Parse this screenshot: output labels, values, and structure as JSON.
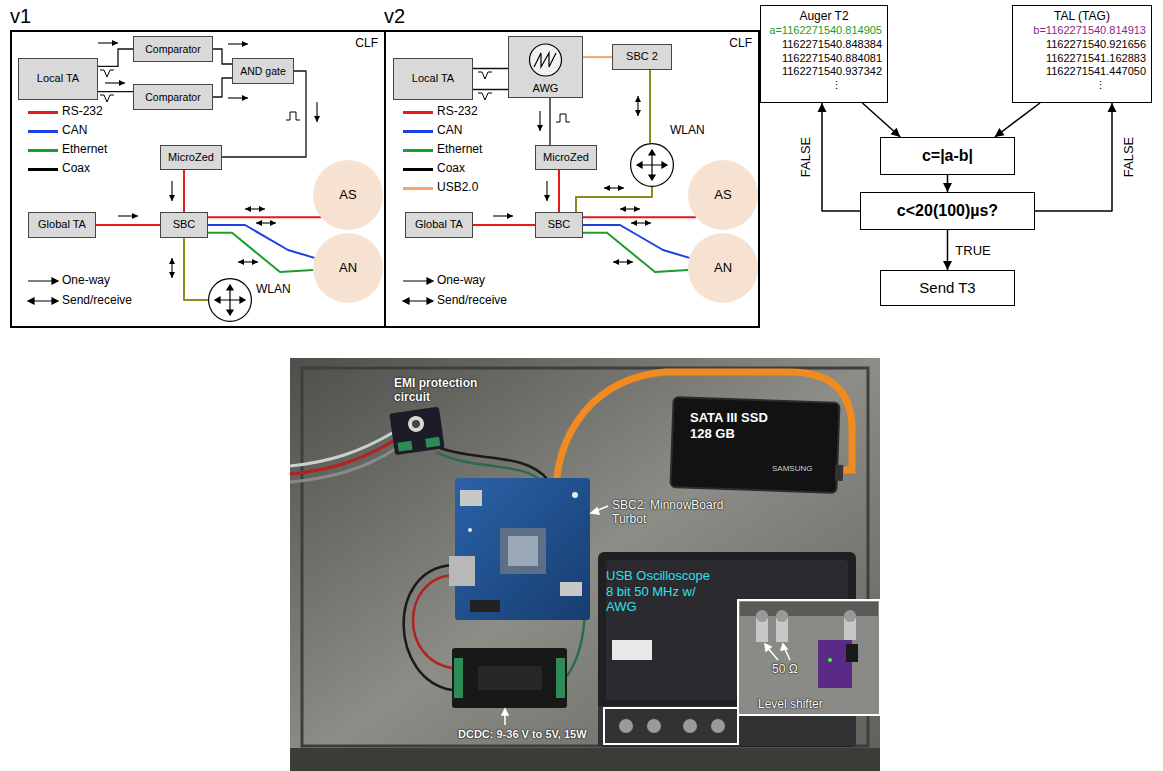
{
  "diagram": {
    "nodes": [
      {
        "text": [
          "v1",
          "CLF"
        ]
      },
      {
        "text": [
          "Local TA"
        ],
        "in": 0
      },
      {
        "text": [
          "Comparator"
        ],
        "in": 0
      },
      {
        "text": [
          "Comparator"
        ],
        "in": 0
      },
      {
        "text": [
          "AND gate"
        ],
        "in": 0
      },
      {
        "text": [
          "MicroZed"
        ],
        "in": 0
      },
      {
        "text": [
          "Global TA"
        ],
        "in": 0
      },
      {
        "text": [
          "SBC"
        ],
        "in": 0
      },
      {
        "text": [
          "AS"
        ],
        "in": 0
      },
      {
        "text": [
          "AN"
        ],
        "in": 0
      },
      {
        "text": [
          "WLAN"
        ],
        "in": 0
      },
      {
        "text": [
          "v2",
          "CLF"
        ]
      },
      {
        "text": [
          "Local TA"
        ],
        "in": 11
      },
      {
        "text": [
          "AWG"
        ],
        "in": 11
      },
      {
        "text": [
          "SBC 2"
        ],
        "in": 11
      },
      {
        "text": [
          "MicroZed"
        ],
        "in": 11
      },
      {
        "text": [
          "Global TA"
        ],
        "in": 11
      },
      {
        "text": [
          "SBC"
        ],
        "in": 11
      },
      {
        "text": [
          "WLAN"
        ],
        "in": 11
      },
      {
        "text": [
          "AS"
        ],
        "in": 11
      },
      {
        "text": [
          "AN"
        ],
        "in": 11
      },
      {
        "text": [
          "Auger T2",
          "a=1162271540.814905",
          "1162271540.848384",
          "1162271540.884081",
          "1162271540.937342",
          "⋮"
        ]
      },
      {
        "text": [
          "TAL (TAG)",
          "b=1162271540.814913",
          "1162271540.921656",
          "1162271541.162883",
          "1162271541.447050",
          "⋮"
        ]
      },
      {
        "text": [
          "c=|a-b|"
        ]
      },
      {
        "text": [
          "c<20(100)µs?"
        ]
      },
      {
        "text": [
          "Send T3"
        ]
      }
    ],
    "edges": [
      {
        "from": 1,
        "to": 2,
        "arrow": "to"
      },
      {
        "from": 1,
        "to": 3,
        "arrow": "to"
      },
      {
        "from": 2,
        "to": 4,
        "arrow": "to"
      },
      {
        "from": 3,
        "to": 4,
        "arrow": "to"
      },
      {
        "from": 4,
        "to": 5,
        "arrow": "to"
      },
      {
        "from": 5,
        "to": 7,
        "arrow": "to"
      },
      {
        "from": 6,
        "to": 7,
        "arrow": "to"
      },
      {
        "from": 7,
        "to": 8,
        "arrow": "both"
      },
      {
        "from": 7,
        "to": 9,
        "arrow": "both"
      },
      {
        "from": 7,
        "to": 9,
        "arrow": "both"
      },
      {
        "from": 7,
        "to": 10,
        "arrow": "both"
      },
      {
        "from": 12,
        "to": 13,
        "arrow": "none"
      },
      {
        "from": 12,
        "to": 13,
        "arrow": "none"
      },
      {
        "from": 13,
        "to": 14,
        "arrow": "none"
      },
      {
        "from": 13,
        "to": 15,
        "arrow": "to"
      },
      {
        "from": 15,
        "to": 17,
        "arrow": "to"
      },
      {
        "from": 16,
        "to": 17,
        "arrow": "to"
      },
      {
        "from": 14,
        "to": 18,
        "arrow": "both"
      },
      {
        "from": 18,
        "to": 17,
        "arrow": "both"
      },
      {
        "from": 17,
        "to": 19,
        "arrow": "both"
      },
      {
        "from": 17,
        "to": 20,
        "arrow": "both"
      },
      {
        "from": 17,
        "to": 20,
        "arrow": "both"
      },
      {
        "from": 21,
        "to": 23,
        "arrow": "to"
      },
      {
        "from": 22,
        "to": 23,
        "arrow": "to"
      },
      {
        "from": 23,
        "to": 24,
        "arrow": "to"
      },
      {
        "from": 24,
        "to": 25,
        "arrow": "to",
        "label": "TRUE"
      },
      {
        "from": 24,
        "to": 21,
        "arrow": "to",
        "label": "FALSE"
      },
      {
        "from": 24,
        "to": 22,
        "arrow": "to",
        "label": "FALSE"
      }
    ],
    "labels": [
      "EMI protection circuit",
      "SATA III SSD 128 GB",
      "SAMSUNG",
      "SBC2: MinnowBoard Turbot",
      "DCDC: 9-36 V to 5V, 15W",
      "USB Oscilloscope 8 bit 50 MHz w/ AWG",
      "50 Ω",
      "Level shifter"
    ],
    "legend": [
      {
        "text": "RS-232",
        "color": "#e41a1c"
      },
      {
        "text": "CAN",
        "color": "#1f3fe0"
      },
      {
        "text": "Ethernet",
        "color": "#1a9e2a"
      },
      {
        "text": "Coax",
        "color": "#000000"
      },
      {
        "text": "One-way"
      },
      {
        "text": "Send/receive"
      },
      {
        "text": "RS-232",
        "color": "#e41a1c"
      },
      {
        "text": "CAN",
        "color": "#1f3fe0"
      },
      {
        "text": "Ethernet",
        "color": "#1a9e2a"
      },
      {
        "text": "Coax",
        "color": "#000000"
      },
      {
        "text": "USB2.0",
        "color": "#f5a56a"
      },
      {
        "text": "One-way"
      },
      {
        "text": "Send/receive"
      }
    ]
  }
}
